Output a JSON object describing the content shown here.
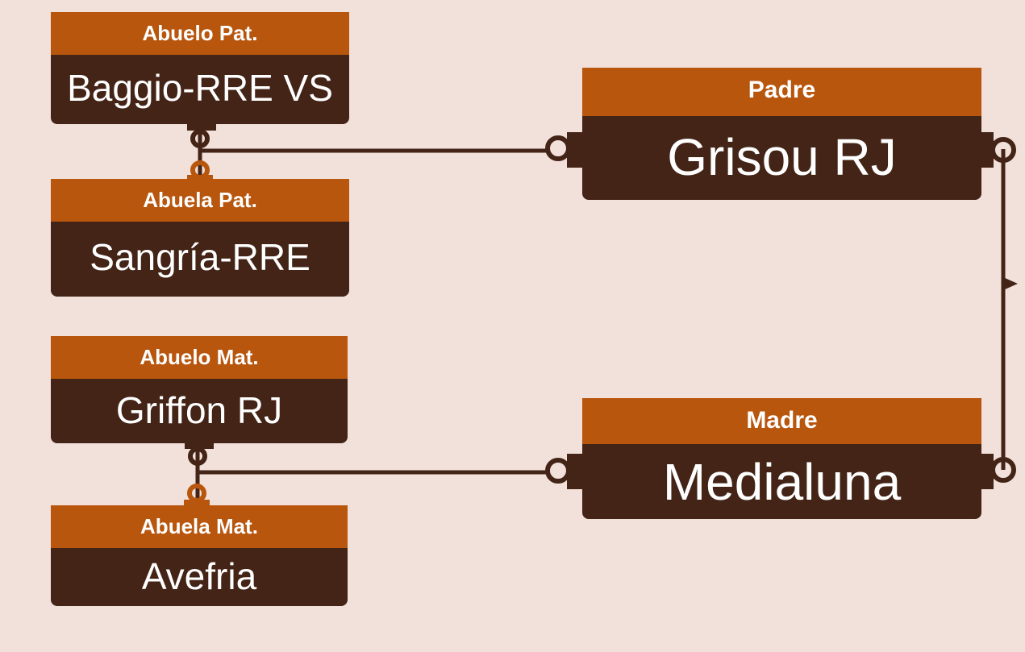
{
  "colors": {
    "background": "#f2e1da",
    "header": "#b8560e",
    "body": "#432416",
    "text": "#ffffff"
  },
  "pedigree": {
    "paternal_grandfather": {
      "role": "Abuelo Pat.",
      "name": "Baggio-RRE VS"
    },
    "paternal_grandmother": {
      "role": "Abuela Pat.",
      "name": "Sangría-RRE"
    },
    "maternal_grandfather": {
      "role": "Abuelo Mat.",
      "name": "Griffon RJ"
    },
    "maternal_grandmother": {
      "role": "Abuela Mat.",
      "name": "Avefria"
    },
    "father": {
      "role": "Padre",
      "name": "Grisou RJ"
    },
    "mother": {
      "role": "Madre",
      "name": "Medialuna"
    }
  }
}
